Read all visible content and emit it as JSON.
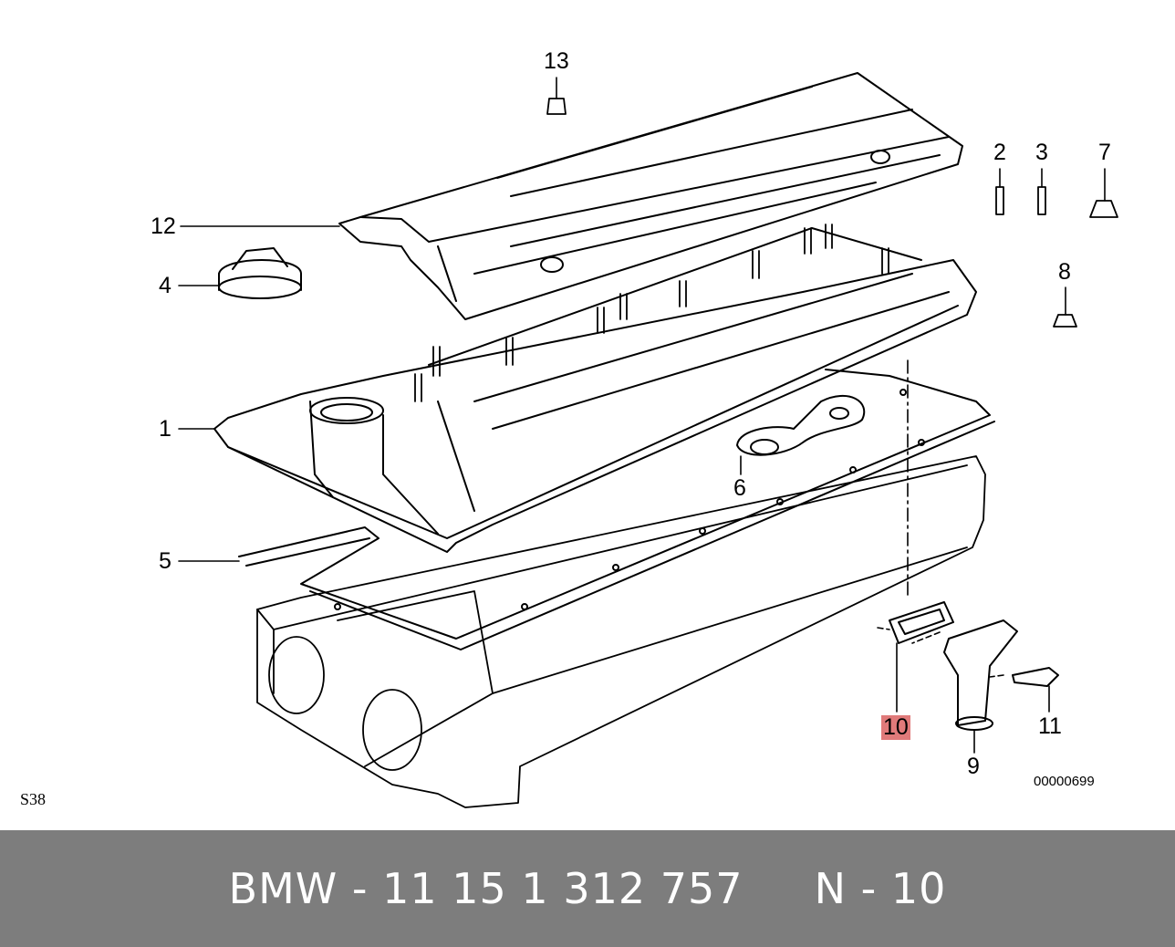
{
  "diagram": {
    "callouts": [
      {
        "id": "1",
        "label": "1"
      },
      {
        "id": "2",
        "label": "2"
      },
      {
        "id": "3",
        "label": "3"
      },
      {
        "id": "4",
        "label": "4"
      },
      {
        "id": "5",
        "label": "5"
      },
      {
        "id": "6",
        "label": "6"
      },
      {
        "id": "7",
        "label": "7"
      },
      {
        "id": "8",
        "label": "8"
      },
      {
        "id": "9",
        "label": "9"
      },
      {
        "id": "10",
        "label": "10",
        "highlighted": true
      },
      {
        "id": "11",
        "label": "11"
      },
      {
        "id": "12",
        "label": "12"
      },
      {
        "id": "13",
        "label": "13"
      }
    ],
    "sheet_id": "S38",
    "drawing_code": "00000699",
    "highlight_color": "#e07a7a",
    "line_color": "#000000"
  },
  "footer": {
    "text": "BMW - 11 15 1 312 757     N - 10",
    "background": "#7d7d7d",
    "text_color": "#ffffff"
  }
}
